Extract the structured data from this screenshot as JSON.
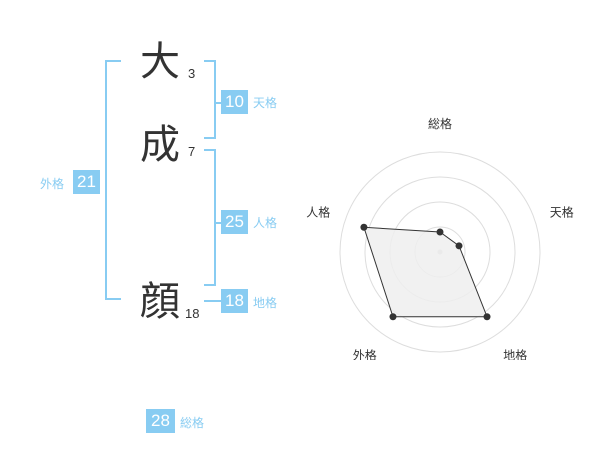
{
  "name": {
    "chars": [
      {
        "char": "大",
        "strokes": "3"
      },
      {
        "char": "成",
        "strokes": "7"
      },
      {
        "char": "顔",
        "strokes": "18"
      }
    ]
  },
  "grids": {
    "tenkaku": {
      "value": "10",
      "label": "天格"
    },
    "jinkaku": {
      "value": "25",
      "label": "人格"
    },
    "chikaku": {
      "value": "18",
      "label": "地格"
    },
    "gaikaku": {
      "value": "21",
      "label": "外格"
    },
    "soukaku": {
      "value": "28",
      "label": "総格"
    }
  },
  "colors": {
    "accent": "#88ccf2",
    "text": "#333333",
    "radar_fill": "#eeeeee"
  },
  "chart_data": {
    "type": "radar",
    "axes": [
      "総格",
      "天格",
      "地格",
      "外格",
      "人格"
    ],
    "levels": 4,
    "max": 5,
    "values": [
      1,
      1,
      4,
      4,
      4
    ]
  }
}
